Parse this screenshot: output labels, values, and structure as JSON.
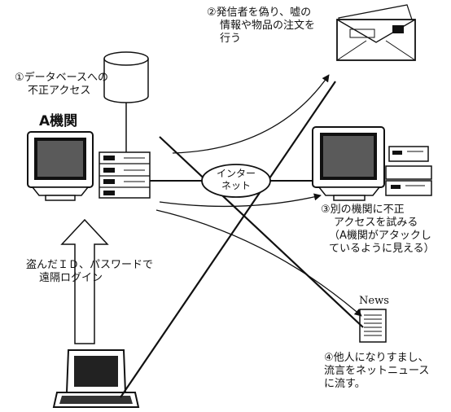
{
  "org_label": "A機関",
  "database_caption": [
    "①データベースへの",
    "不正アクセス"
  ],
  "order_caption": [
    "②発信者を偽り、嘘の",
    "情報や物品の注文を",
    "行う"
  ],
  "network_label": [
    "インター",
    "ネット"
  ],
  "attack_caption": [
    "③別の機関に不正",
    "アクセスを試みる",
    "（A機関がアタックし",
    "ているように見える）"
  ],
  "login_caption": [
    "盗んだＩＤ、パスワードで",
    "遠隔ログイン"
  ],
  "news_label": "News",
  "rumor_caption": [
    "④他人になりすまし、",
    "流言をネットニュース",
    "に流す。"
  ]
}
